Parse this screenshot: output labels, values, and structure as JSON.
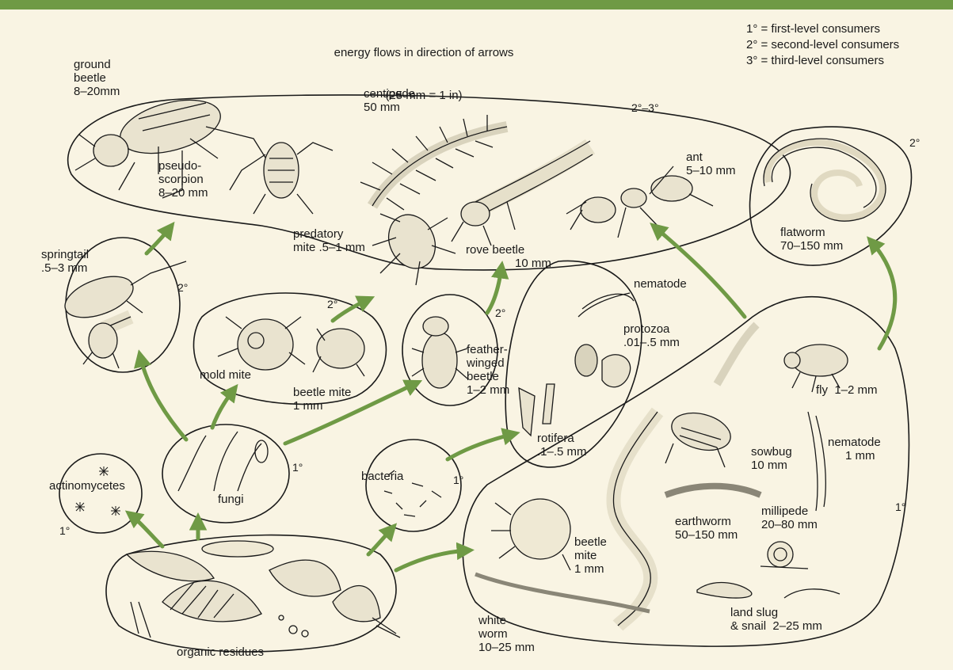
{
  "colors": {
    "background": "#f9f4e3",
    "top_bar": "#6f9a45",
    "arrow": "#6f9a45",
    "ink": "#1a1a1a"
  },
  "header": {
    "line1": "energy flows in direction of arrows",
    "line2": "(25 mm = 1 in)"
  },
  "legend": [
    "1° = first-level consumers",
    "2° = second-level consumers",
    "3° = third-level consumers"
  ],
  "groups": {
    "top_predators_level": "2°–3°",
    "flatworm_level": "2°",
    "springtail_level": "2°",
    "mites_level": "2°",
    "feather_beetle_level": "2°",
    "fungi_level": "1°",
    "actino_level": "1°",
    "bacteria_level": "1°",
    "big_group_level": "1°"
  },
  "organisms": {
    "ground_beetle": {
      "name": "ground\nbeetle",
      "size": "8–20mm"
    },
    "pseudoscorpion": {
      "name": "pseudo-\nscorpion",
      "size": "8–20 mm"
    },
    "centipede": {
      "name": "centipede",
      "size": "50 mm"
    },
    "ant": {
      "name": "ant",
      "size": "5–10 mm"
    },
    "predatory_mite": {
      "name": "predatory\nmite .5–1 mm"
    },
    "rove_beetle": {
      "name": "rove beetle",
      "size": "10 mm"
    },
    "flatworm": {
      "name": "flatworm",
      "size": "70–150 mm"
    },
    "springtail": {
      "name": "springtail",
      "size": ".5–3 mm"
    },
    "mold_mite": {
      "name": "mold mite"
    },
    "beetle_mite_small": {
      "name": "beetle mite",
      "size": "1 mm"
    },
    "feather_winged_beetle": {
      "name": "feather-\nwinged\nbeetle",
      "size": "1–2 mm"
    },
    "nematode_top": {
      "name": "nematode"
    },
    "protozoa": {
      "name": "protozoa",
      "size": ".01–.5 mm"
    },
    "rotifera": {
      "name": "rotifera",
      "size": ".1–.5 mm"
    },
    "fly": {
      "name": "fly",
      "size": "1–2 mm"
    },
    "sowbug": {
      "name": "sowbug",
      "size": "10 mm"
    },
    "nematode_right": {
      "name": "nematode",
      "size": "1 mm"
    },
    "millipede": {
      "name": "millipede",
      "size": "20–80 mm"
    },
    "earthworm": {
      "name": "earthworm",
      "size": "50–150 mm"
    },
    "beetle_mite_large": {
      "name": "beetle\nmite",
      "size": "1 mm"
    },
    "land_slug": {
      "name": "land slug\n& snail",
      "size": "2–25 mm"
    },
    "white_worm": {
      "name": "white\nworm",
      "size": "10–25 mm"
    },
    "actinomycetes": {
      "name": "actinomycetes"
    },
    "fungi": {
      "name": "fungi"
    },
    "bacteria": {
      "name": "bacteria"
    },
    "organic_residues": {
      "name": "organic residues"
    }
  }
}
